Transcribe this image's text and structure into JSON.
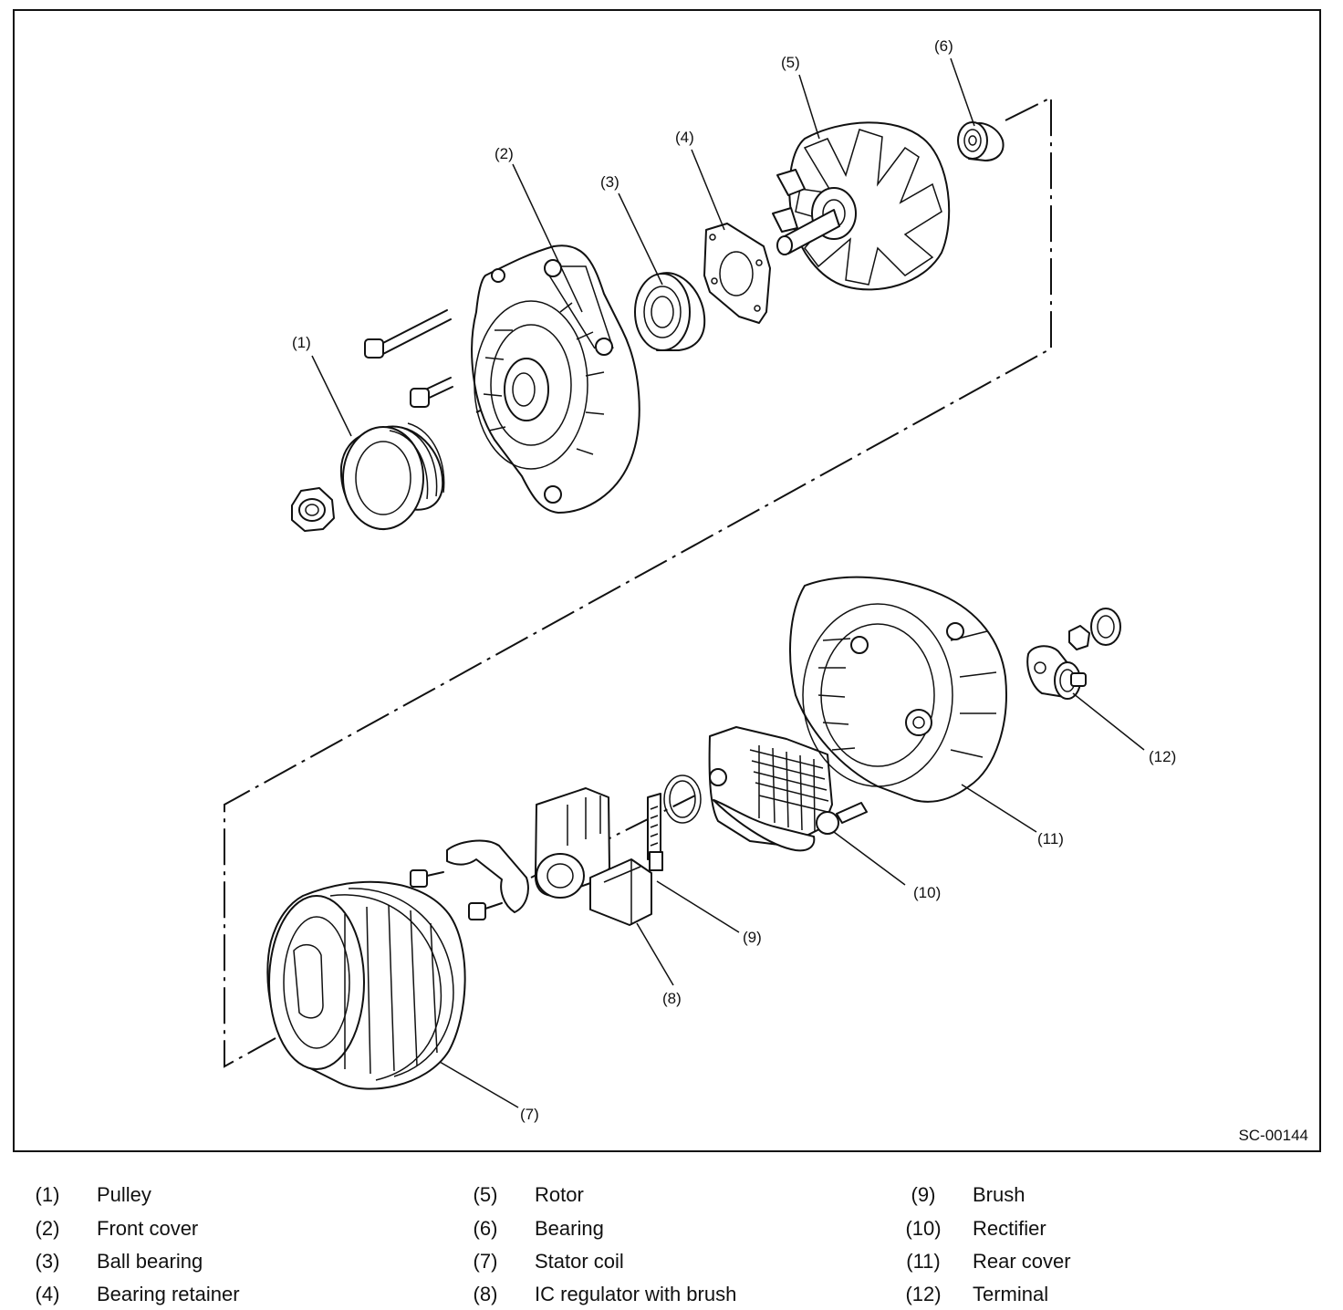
{
  "figure": {
    "code": "SC-00144"
  },
  "callouts": [
    {
      "id": "1",
      "text": "(1)"
    },
    {
      "id": "2",
      "text": "(2)"
    },
    {
      "id": "3",
      "text": "(3)"
    },
    {
      "id": "4",
      "text": "(4)"
    },
    {
      "id": "5",
      "text": "(5)"
    },
    {
      "id": "6",
      "text": "(6)"
    },
    {
      "id": "7",
      "text": "(7)"
    },
    {
      "id": "8",
      "text": "(8)"
    },
    {
      "id": "9",
      "text": "(9)"
    },
    {
      "id": "10",
      "text": "(10)"
    },
    {
      "id": "11",
      "text": "(11)"
    },
    {
      "id": "12",
      "text": "(12)"
    }
  ],
  "legend": [
    {
      "num": "(1)",
      "name": "Pulley"
    },
    {
      "num": "(2)",
      "name": "Front cover"
    },
    {
      "num": "(3)",
      "name": "Ball bearing"
    },
    {
      "num": "(4)",
      "name": "Bearing retainer"
    },
    {
      "num": "(5)",
      "name": "Rotor"
    },
    {
      "num": "(6)",
      "name": "Bearing"
    },
    {
      "num": "(7)",
      "name": "Stator coil"
    },
    {
      "num": "(8)",
      "name": "IC regulator with brush"
    },
    {
      "num": "(9)",
      "name": "Brush"
    },
    {
      "num": "(10)",
      "name": "Rectifier"
    },
    {
      "num": "(11)",
      "name": "Rear cover"
    },
    {
      "num": "(12)",
      "name": "Terminal"
    }
  ]
}
